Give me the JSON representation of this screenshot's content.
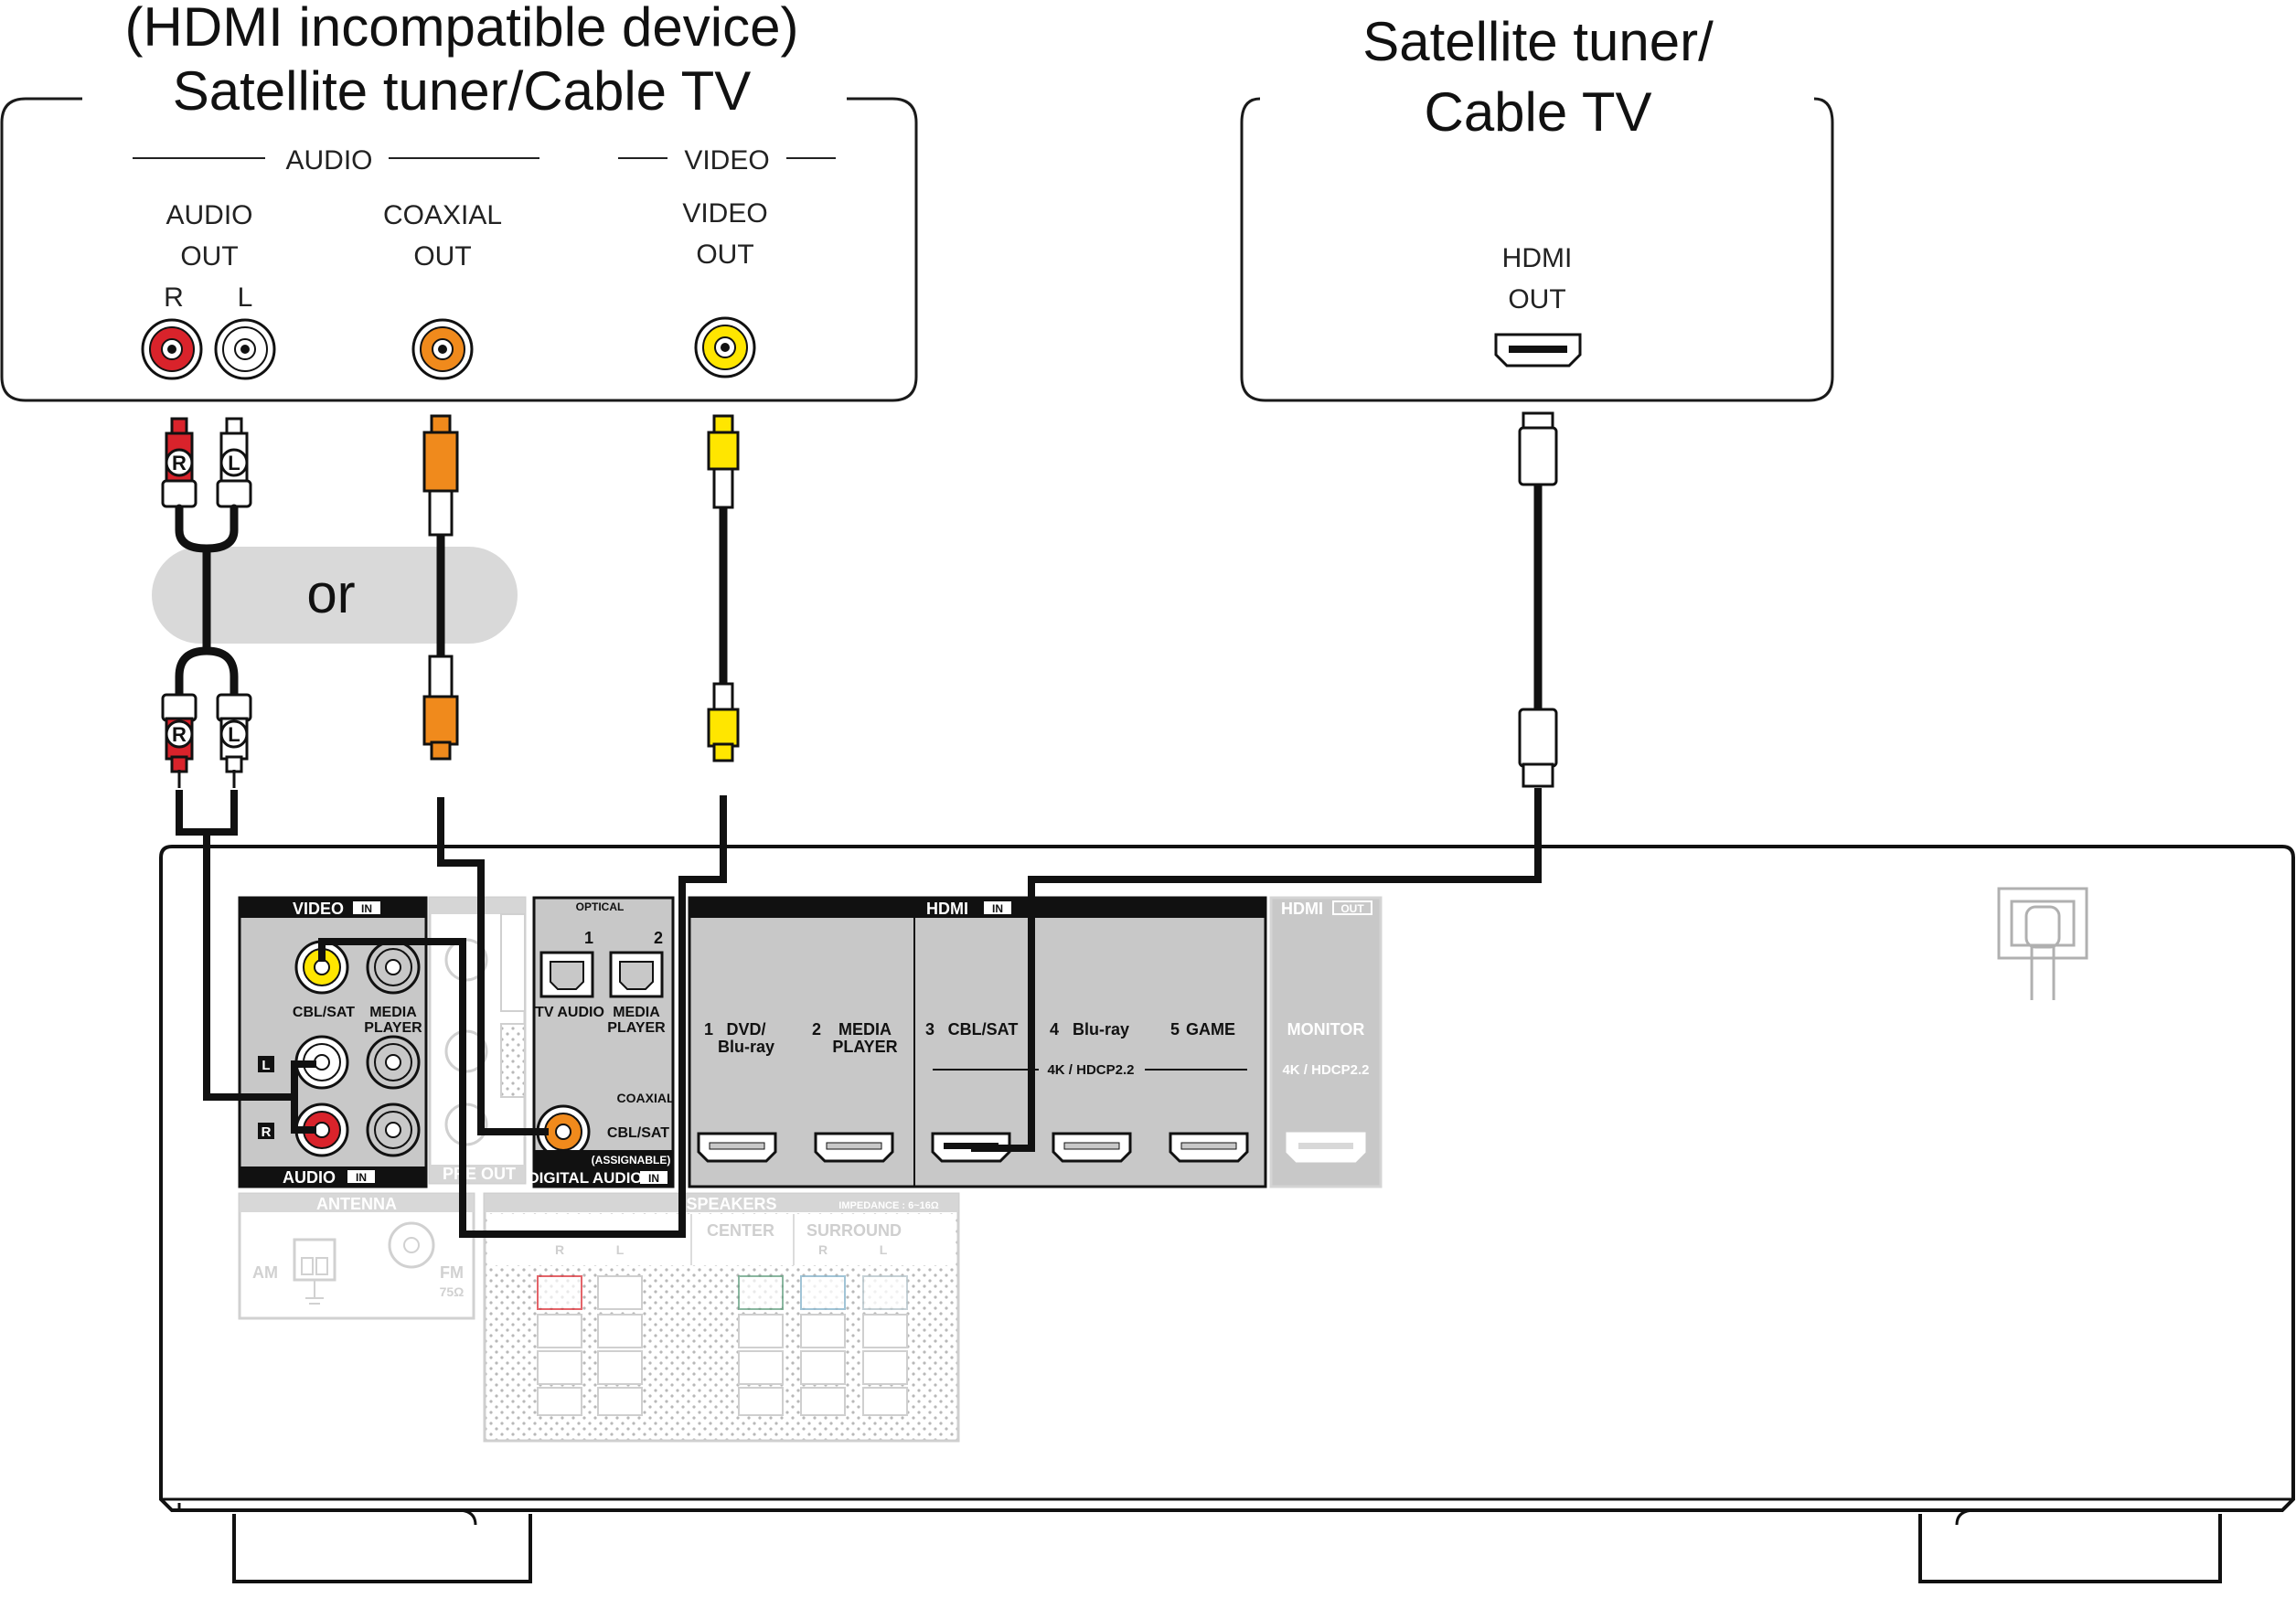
{
  "devices": {
    "left": {
      "title_line1": "(HDMI incompatible device)",
      "title_line2": "Satellite tuner/Cable TV",
      "audio_group": "AUDIO",
      "video_group": "VIDEO",
      "audio_out_line1": "AUDIO",
      "audio_out_line2": "OUT",
      "ch_r": "R",
      "ch_l": "L",
      "coaxial_line1": "COAXIAL",
      "coaxial_line2": "OUT",
      "video_out_line1": "VIDEO",
      "video_out_line2": "OUT"
    },
    "right": {
      "title_line1": "Satellite tuner/",
      "title_line2": "Cable TV",
      "hdmi_line1": "HDMI",
      "hdmi_line2": "OUT"
    }
  },
  "cables": {
    "or_label": "or",
    "plug_r": "R",
    "plug_l": "L"
  },
  "receiver": {
    "video_in": "VIDEO",
    "in_badge": "IN",
    "out_badge": "OUT",
    "cbl_sat": "CBL/SAT",
    "media_line1": "MEDIA",
    "media_line2": "PLAYER",
    "audio_in": "AUDIO",
    "ch_l": "L",
    "ch_r": "R",
    "optical": "OPTICAL",
    "opt1": "1",
    "opt2": "2",
    "tv_audio": "TV AUDIO",
    "coaxial": "COAXIAL",
    "assignable": "(ASSIGNABLE)",
    "digital_audio": "DIGITAL AUDIO",
    "hdmi": "HDMI",
    "hdmi_in_inputs": [
      {
        "num": "1",
        "line1": "DVD/",
        "line2": "Blu-ray"
      },
      {
        "num": "2",
        "line1": "MEDIA",
        "line2": "PLAYER"
      },
      {
        "num": "3",
        "line1": "CBL/SAT",
        "line2": ""
      },
      {
        "num": "4",
        "line1": "Blu-ray",
        "line2": ""
      },
      {
        "num": "5",
        "line1": "GAME",
        "line2": ""
      }
    ],
    "hdcp": "4K / HDCP2.2",
    "monitor": "MONITOR",
    "monitor_hdcp": "4K / HDCP2.2",
    "antenna": "ANTENNA",
    "am": "AM",
    "fm": "FM",
    "fm_ohm": "75Ω",
    "speakers": "SPEAKERS",
    "impedance": "IMPEDANCE : 6~16Ω",
    "center": "CENTER",
    "surround": "SURROUND",
    "sp_r": "R",
    "sp_l": "L",
    "pre_out": "PRE OUT"
  },
  "colors": {
    "red": "#d9232b",
    "white": "#ffffff",
    "orange": "#f08a1c",
    "yellow": "#ffe600",
    "panel_gray": "#c8c8c8",
    "faded_gray": "#d0d0d0",
    "cable": "#000000"
  }
}
